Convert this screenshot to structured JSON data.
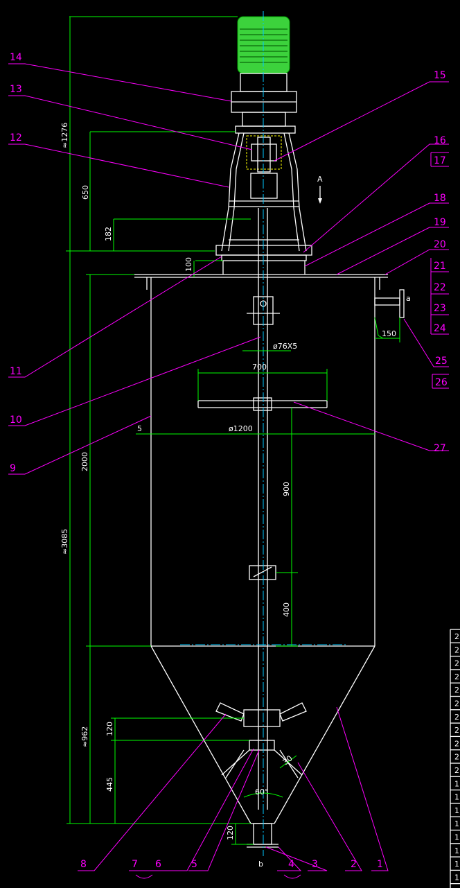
{
  "callouts": [
    "1",
    "2",
    "3",
    "4",
    "5",
    "6",
    "7",
    "8",
    "9",
    "10",
    "11",
    "12",
    "13",
    "14",
    "15",
    "16",
    "17",
    "18",
    "19",
    "20",
    "21",
    "22",
    "23",
    "24",
    "25",
    "26",
    "27"
  ],
  "dimensions": {
    "d1276": "≈1276",
    "d650": "650",
    "d182": "182",
    "d100": "100",
    "d3085": "≈3085",
    "d2000": "2000",
    "d962": "≈962",
    "d120a": "120",
    "d445": "445",
    "d120b": "120",
    "d150": "150",
    "d700": "700",
    "d1200": "ø1200",
    "d900": "900",
    "d400": "400",
    "d5": "5",
    "pipe": "ø76X5",
    "angle60": "60°",
    "angle30": "30"
  },
  "view_marker": "A",
  "nozzle_a": "a",
  "nozzle_b": "b",
  "parts_list_rows": [
    "2",
    "2",
    "2",
    "2",
    "2",
    "2",
    "2",
    "2",
    "2",
    "2",
    "2",
    "1",
    "1",
    "1",
    "1",
    "1",
    "1",
    "1",
    "1"
  ],
  "colors": {
    "callout": "#ff00ff",
    "outline": "#ffffff",
    "dimension": "#00ff00",
    "centerline": "#00c8ff",
    "motor": "#3cd23c",
    "background": "#000000"
  }
}
